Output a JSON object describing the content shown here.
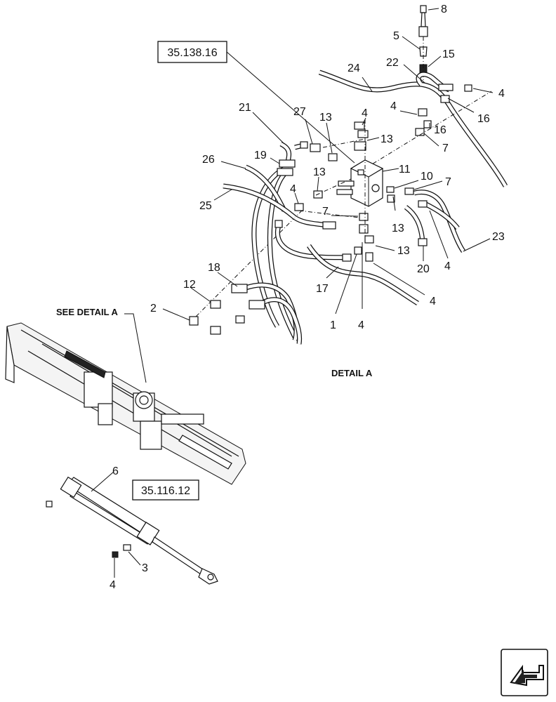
{
  "references": {
    "ref_top": "35.138.16",
    "ref_bottom": "35.116.12"
  },
  "labels": {
    "see_detail": "SEE DETAIL A",
    "detail": "DETAIL A"
  },
  "callouts": {
    "c8": "8",
    "c5": "5",
    "c15": "15",
    "c22": "22",
    "c24": "24",
    "c4a": "4",
    "c16a": "16",
    "c4b": "4",
    "c16b": "16",
    "c4c": "4",
    "c21": "21",
    "c27": "27",
    "c13a": "13",
    "c13b": "13",
    "c7a": "7",
    "c26": "26",
    "c19": "19",
    "c11": "11",
    "c13c": "13",
    "c10": "10",
    "c7b": "7",
    "c4d": "4",
    "c25": "25",
    "c7c": "7",
    "c13d": "13",
    "c23": "23",
    "c13e": "13",
    "c20": "20",
    "c4e": "4",
    "c18": "18",
    "c12": "12",
    "c2": "2",
    "c17": "17",
    "c4f": "4",
    "c1": "1",
    "c4g": "4",
    "c6": "6",
    "c3": "3",
    "c4h": "4"
  },
  "icons": {
    "nav": "next-page-arrow-icon"
  }
}
